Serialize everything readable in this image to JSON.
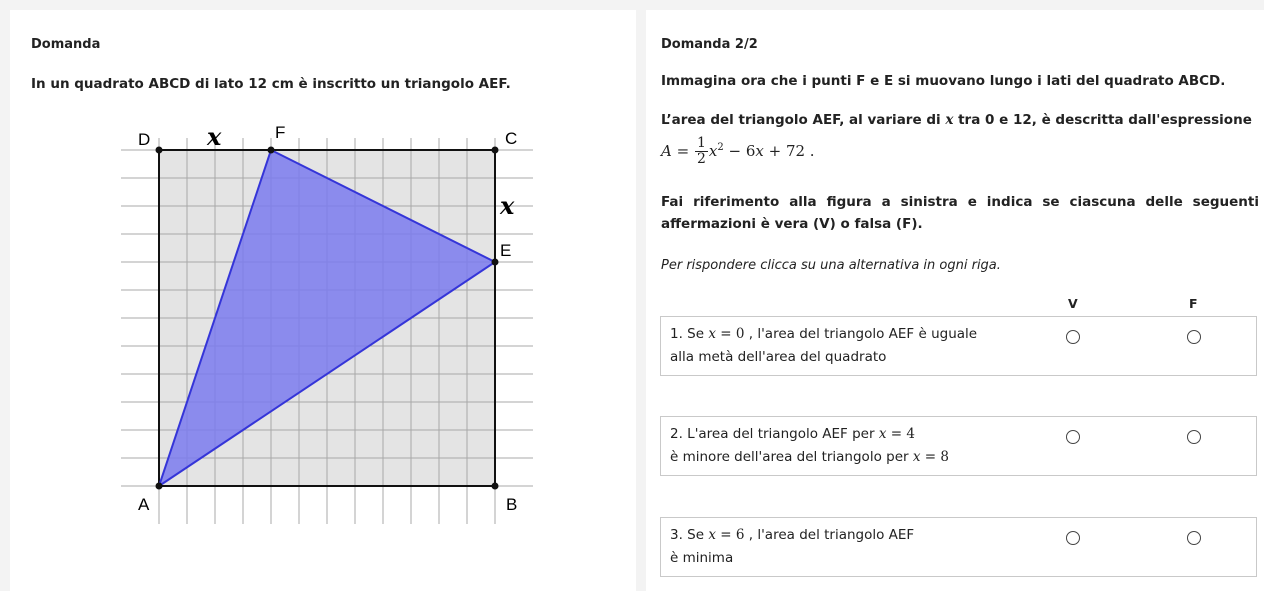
{
  "left": {
    "header": "Domanda",
    "intro": "In un quadrato ABCD di lato 12 cm è inscritto un triangolo AEF.",
    "figure": {
      "labels": {
        "A": "A",
        "B": "B",
        "C": "C",
        "D": "D",
        "E": "E",
        "F": "F"
      },
      "var_top": "x",
      "var_right": "x",
      "colors": {
        "square_fill": "#e4e4e4",
        "triangle_fill": "#7b7bee",
        "triangle_stroke": "#3535d8",
        "grid": "#a8a8a8"
      }
    }
  },
  "right": {
    "header": "Domanda  2/2",
    "p1": "Immagina ora che i punti F e E si muovano lungo i lati del quadrato ABCD.",
    "p2_a": "L’area del triangolo AEF, al variare di",
    "p2_var": "x",
    "p2_b": "tra 0 e 12, è descritta dall'espressione",
    "expr": {
      "lhs": "A",
      "eq": " = ",
      "frac_num": "1",
      "frac_den": "2",
      "var": "x",
      "exp": "2",
      "rest": " − 6",
      "var2": "x",
      "tail": " + 72 ."
    },
    "p3": "Fai riferimento alla figura a sinistra e indica se ciascuna delle seguenti affermazioni è vera (V) o falsa (F).",
    "p4": "Per rispondere clicca su una alternativa in ogni riga.",
    "col_v": "V",
    "col_f": "F",
    "s1": {
      "a": "1. Se",
      "var": "x",
      "eq": " = 0",
      "b": ", l'area del triangolo AEF è uguale",
      "c": "alla metà dell'area del quadrato"
    },
    "s2": {
      "a": "2. L'area del triangolo AEF per",
      "var": "x",
      "eq": " = 4",
      "b": "è minore dell'area del triangolo per",
      "var2": "x",
      "eq2": " = 8"
    },
    "s3": {
      "a": "3. Se",
      "var": "x",
      "eq": " = 6",
      "b": ", l'area del triangolo AEF",
      "c": "è minima"
    }
  }
}
